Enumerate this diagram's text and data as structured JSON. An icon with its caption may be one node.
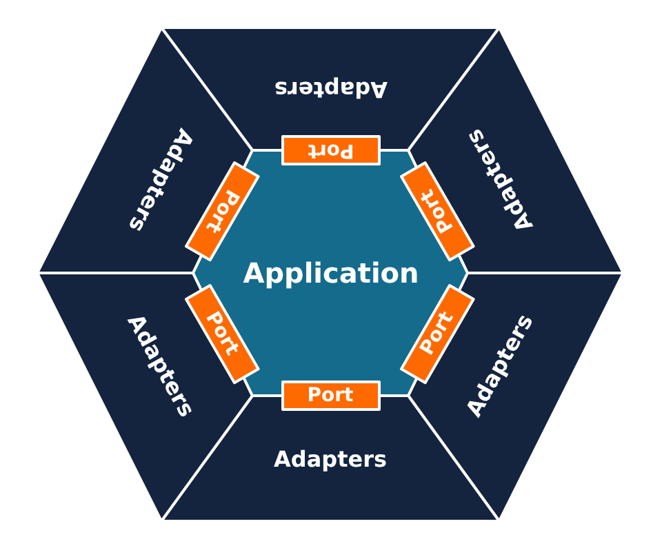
{
  "diagram": {
    "nodes": [
      {
        "text": [
          "Application"
        ]
      },
      {
        "text": [
          "Adapters"
        ]
      },
      {
        "text": [
          "Adapters"
        ]
      },
      {
        "text": [
          "Adapters"
        ]
      },
      {
        "text": [
          "Adapters"
        ]
      },
      {
        "text": [
          "Adapters"
        ]
      },
      {
        "text": [
          "Adapters"
        ]
      },
      {
        "text": [
          "Port"
        ]
      },
      {
        "text": [
          "Port"
        ]
      },
      {
        "text": [
          "Port"
        ]
      },
      {
        "text": [
          "Port"
        ]
      },
      {
        "text": [
          "Port"
        ]
      },
      {
        "text": [
          "Port"
        ]
      }
    ]
  }
}
